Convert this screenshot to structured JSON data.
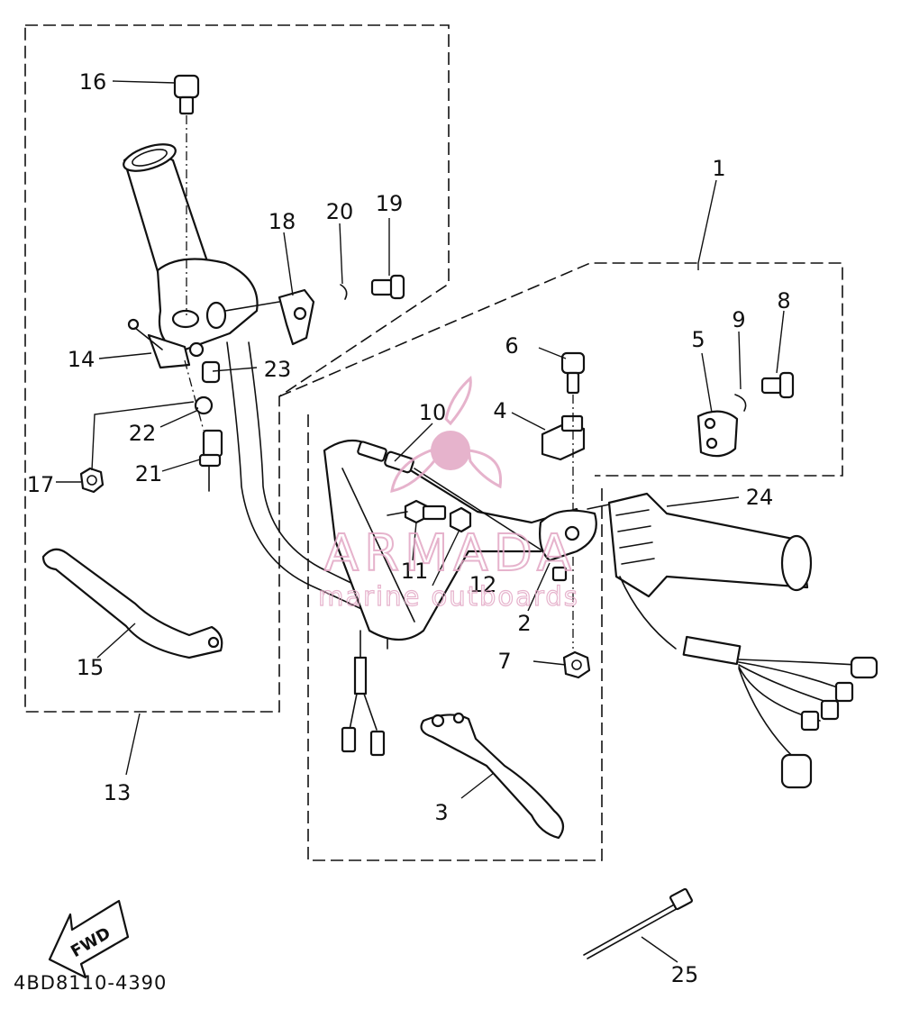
{
  "diagram": {
    "drawing_code": "4BD8110-4390",
    "fwd_label": "FWD",
    "part_numbers": [
      "1",
      "2",
      "3",
      "4",
      "5",
      "6",
      "7",
      "8",
      "9",
      "10",
      "11",
      "12",
      "13",
      "14",
      "15",
      "16",
      "17",
      "18",
      "19",
      "20",
      "21",
      "22",
      "23",
      "24",
      "25"
    ]
  },
  "watermark": {
    "brand": "ARMADA",
    "tagline": "marine outboards",
    "color": "#e2a6c4"
  }
}
